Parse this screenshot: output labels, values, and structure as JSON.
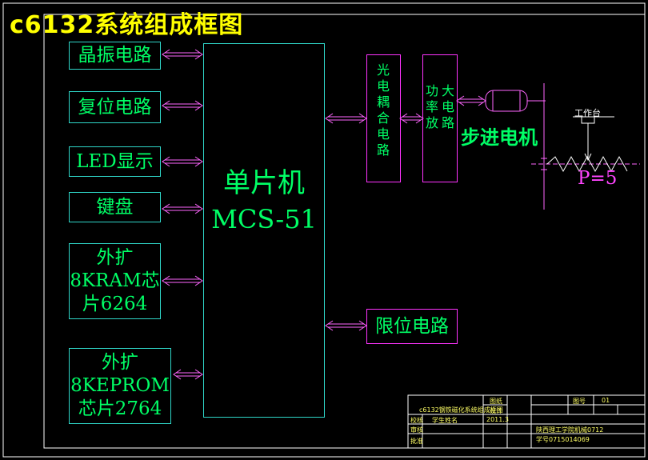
{
  "title": "c6132系统组成框图",
  "blocks": {
    "crystal": "晶振电路",
    "reset": "复位电路",
    "led": "LED显示",
    "keyboard": "键盘",
    "ram": "外扩\n8KRAM芯\n片6264",
    "eprom": "外扩\n8KEPROM\n芯片2764",
    "limit": "限位电路"
  },
  "mcu": {
    "line1": "单片机",
    "line2": "MCS-51"
  },
  "opto": "光电耦合电路",
  "amp_col1": "功率放",
  "amp_col2": "大电路",
  "motor": "步进电机",
  "worktable": "工作台",
  "pitch": "P=5",
  "title_block": {
    "drawing_name": "c6132钢铁磁化系统组成框图",
    "r1c1": "图纸",
    "r1c2": "设计",
    "r1c3": "图号",
    "sheet": "01",
    "r2c1": "校核",
    "r2c2": "学生姓名",
    "date": "2011.3",
    "r3c1": "审核",
    "school": "陕西理工学院机械0712",
    "r4c1": "批准",
    "student_id": "学号0715014069"
  },
  "colors": {
    "background": "#000000",
    "border": "#2fd6c8",
    "text": "#00ff66",
    "title": "#ffff00",
    "accent": "#ff33ff"
  }
}
